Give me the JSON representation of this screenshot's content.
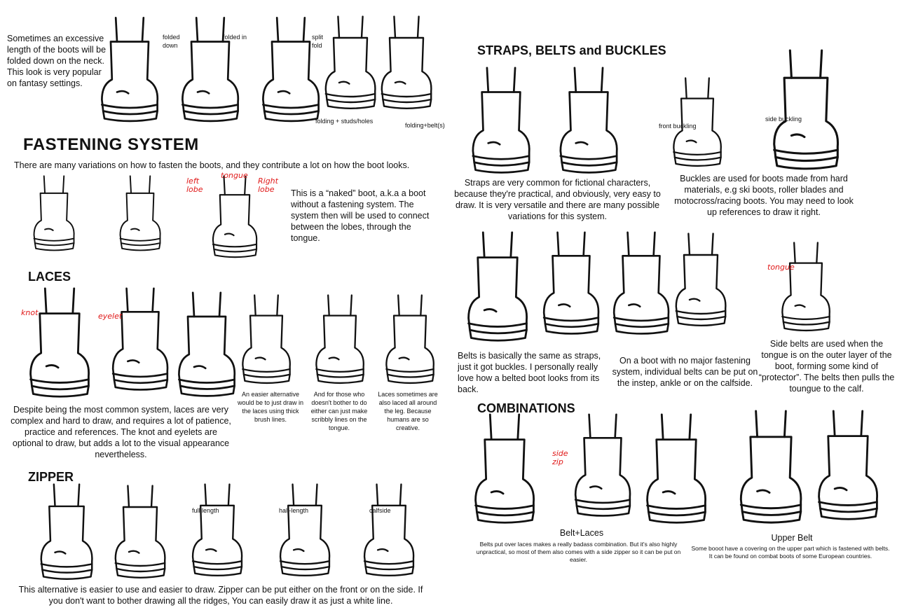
{
  "intro": {
    "text": "Sometimes an excessive length of the boots will be folded down on the neck. This look is very popular on fantasy settings.",
    "labels": {
      "folded_down": "folded down",
      "folded_in": "folded in",
      "split_fold": "split fold",
      "studs": "folding + studs/holes",
      "belts": "folding+belt(s)"
    }
  },
  "fastening": {
    "heading": "FASTENING SYSTEM",
    "desc": "There are many variations on how to fasten the boots, and they contribute a lot on how the boot looks.",
    "annotations": {
      "left_lobe": "left lobe",
      "tongue": "tongue",
      "right_lobe": "Right lobe"
    },
    "naked_text": "This is a “naked” boot, a.k.a a boot without a fastening system. The system then will be used to connect between the lobes, through the tongue."
  },
  "laces": {
    "heading": "LACES",
    "annotations": {
      "knot": "knot",
      "eyelet": "eyelet"
    },
    "desc": "Despite being the most common system, laces are very complex and hard to draw, and requires a lot of patience, practice and references. The knot and eyelets are optional to draw, but adds a lot to the visual appearance nevertheless.",
    "notes": [
      "An easier alternative would be to just draw in the laces using thick brush lines.",
      "And for those who doesn't bother to do either can just make scribbly lines on the tongue.",
      "Laces sometimes are also laced all around the leg. Because humans are so creative."
    ]
  },
  "zipper": {
    "heading": "ZIPPER",
    "labels": {
      "full": "full length",
      "half": "half-length",
      "calf": "calfside"
    },
    "desc": "This alternative is easier to use and easier to draw. Zipper can be put either on the front or on the side. If you don't want to bother drawing all the ridges, You can easily draw it as just a white line."
  },
  "straps": {
    "heading": "STRAPS, BELTS and BUCKLES",
    "labels": {
      "front": "front buckling",
      "side": "side buckling"
    },
    "straps_desc": "Straps are very common for fictional characters, because they're practical, and obviously, very easy to draw. It is very versatile and there are many possible variations for this system.",
    "buckles_desc": "Buckles are used for boots made from hard materials, e.g ski boots, roller blades and motocross/racing boots. You may need to look up references to draw it right.",
    "tongue_annotation": "tongue",
    "belts_desc": "Belts is basically the same as straps, just it got buckles. I personally really love how a belted boot looks from its back.",
    "individual_desc": "On a boot with no major fastening system, individual belts can be put on the instep, ankle or on the calfside.",
    "side_desc": "Side belts are used when the tongue is on the outer layer of the boot, forming some kind of “protector”. The belts then pulls the toungue to the calf."
  },
  "combinations": {
    "heading": "COMBINATIONS",
    "side_zip": "side zip",
    "belt_laces_title": "Belt+Laces",
    "belt_laces_desc": "Belts put over laces makes a really badass combination. But it's also highly unpractical, so most of them also comes with a side zipper so it can be put on easier.",
    "upper_belt_title": "Upper Belt",
    "upper_belt_desc": "Some booot have a covering on the upper part which is fastened with belts. It can be found on combat boots of some European countries."
  },
  "colors": {
    "annotation": "#e01818",
    "ink": "#111111"
  }
}
